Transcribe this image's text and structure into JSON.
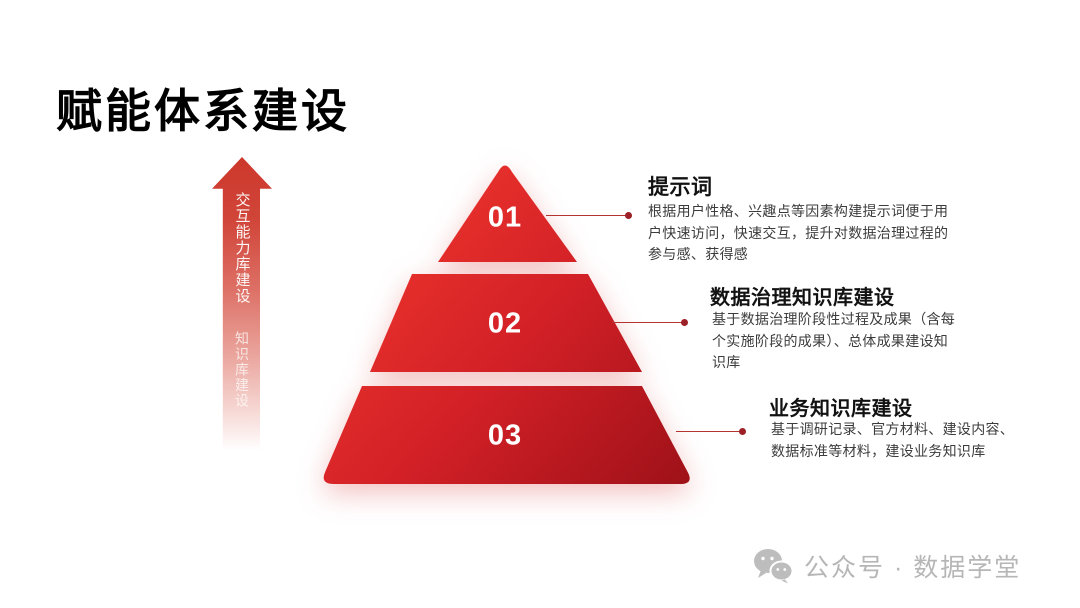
{
  "slide": {
    "title": "赋能体系建设",
    "background": "#ffffff",
    "accent_red": "#d01f26",
    "accent_dark_red": "#9c2025"
  },
  "arrow": {
    "label_top": "交互能力库建设",
    "label_bottom": "知识库建设"
  },
  "pyramid": {
    "levels": [
      {
        "number": "01"
      },
      {
        "number": "02"
      },
      {
        "number": "03"
      }
    ]
  },
  "annotations": [
    {
      "title": "提示词",
      "body": "根据用户性格、兴趣点等因素构建提示词便于用\n户快速访问，快速交互，提升对数据治理过程的\n参与感、获得感"
    },
    {
      "title": "数据治理知识库建设",
      "body": "基于数据治理阶段性过程及成果（含每\n个实施阶段的成果）、总体成果建设知\n识库"
    },
    {
      "title": "业务知识库建设",
      "body": "基于调研记录、官方材料、建设内容、\n数据标准等材料，建设业务知识库"
    }
  ],
  "watermark": {
    "icon": "wechat-icon",
    "text": "公众号 · 数据学堂"
  }
}
